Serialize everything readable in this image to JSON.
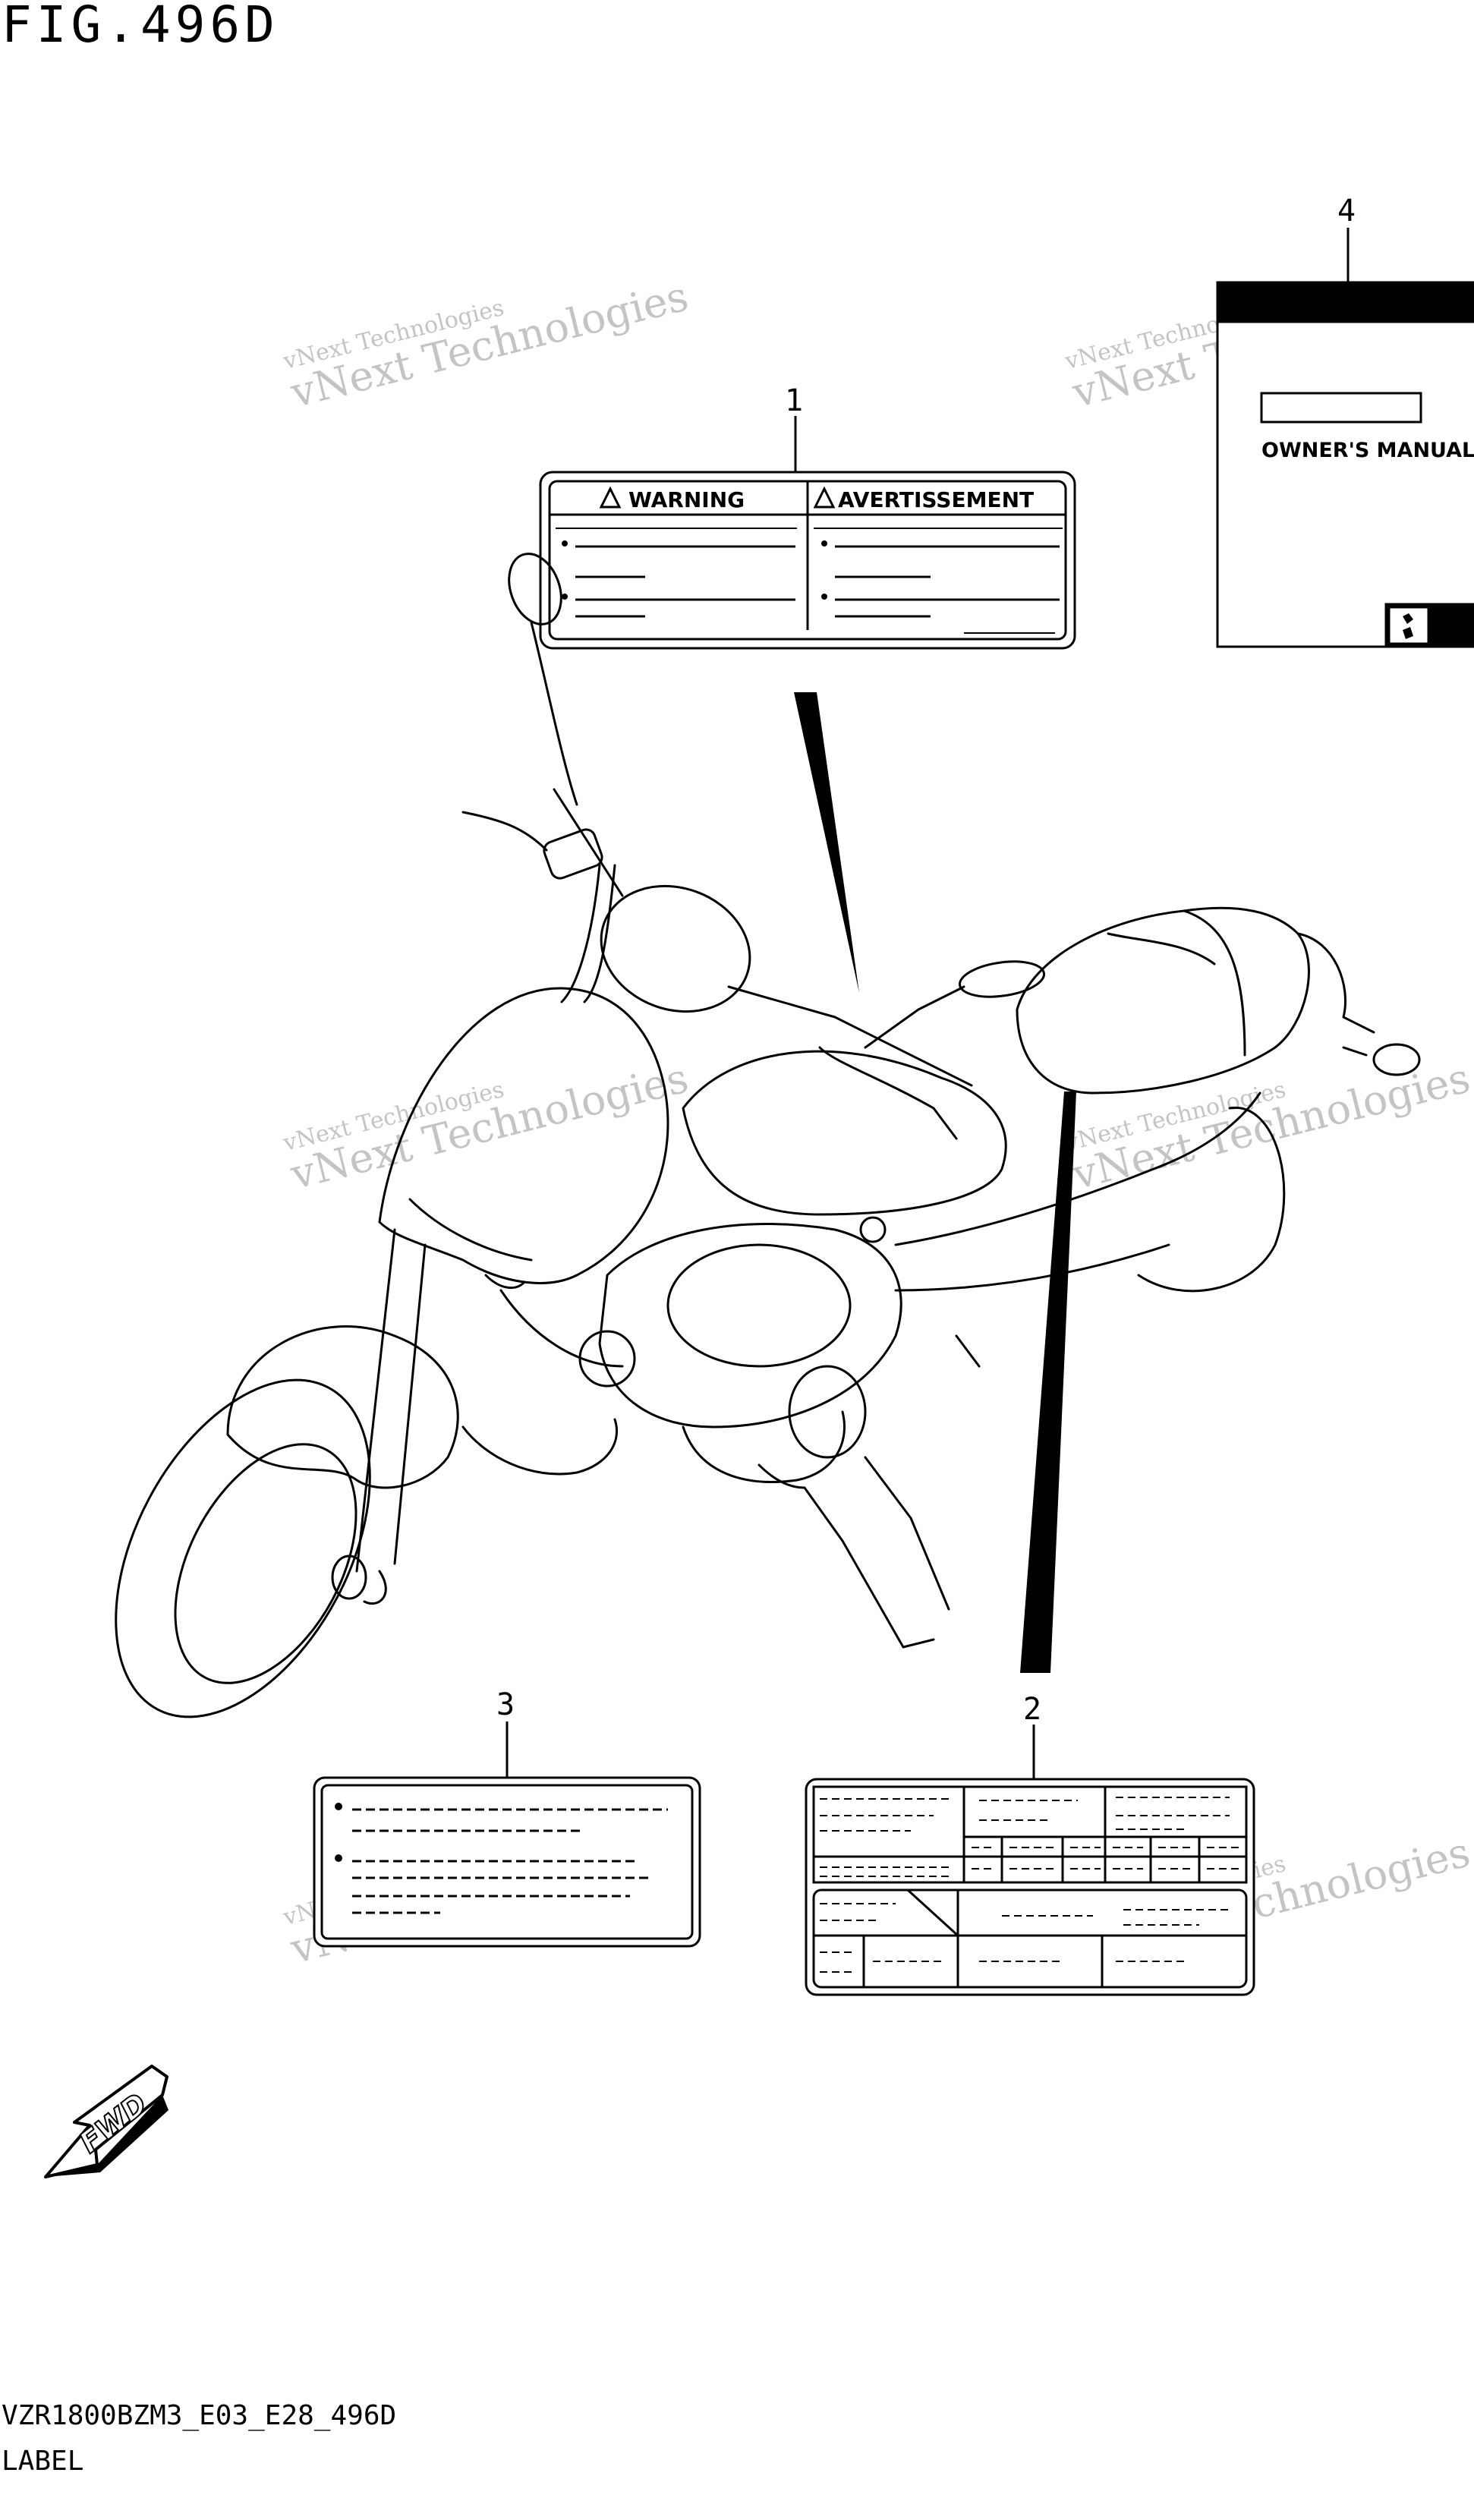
{
  "figure": {
    "title": "FIG.496D",
    "code": "VZR1800BZM3_E03_E28_496D",
    "name": "LABEL"
  },
  "callouts": [
    "1",
    "2",
    "3",
    "4"
  ],
  "label_1": {
    "left_header": "WARNING",
    "right_header": "AVERTISSEMENT"
  },
  "manual": {
    "title": "OWNER'S MANUAL",
    "brand_icon": "suzuki-logo-icon"
  },
  "fwd_arrow": {
    "text": "FWD"
  },
  "watermark": {
    "line1": "vNext Technologies",
    "line2": "vNext Technologies"
  },
  "colors": {
    "ink": "#000000",
    "watermark": "#c4c4c4",
    "background": "#ffffff"
  }
}
